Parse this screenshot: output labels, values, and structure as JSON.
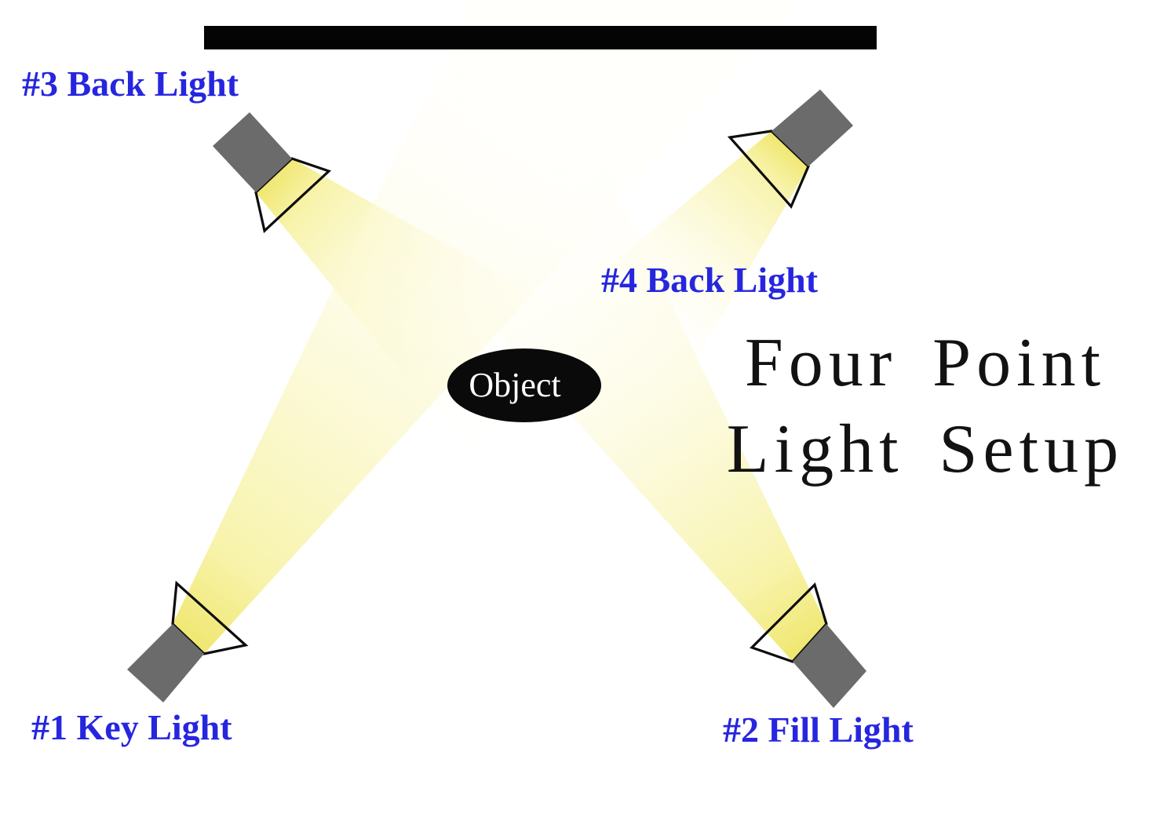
{
  "title": {
    "line1": "Four Point",
    "line2": "Light Setup"
  },
  "object": {
    "label": "Object"
  },
  "lights": [
    {
      "label": "#1 Key Light"
    },
    {
      "label": "#2 Fill Light"
    },
    {
      "label": "#3 Back Light"
    },
    {
      "label": "#4 Back Light"
    }
  ],
  "colors": {
    "label_blue": "#2626DF",
    "title_black": "#121212",
    "fixture_gray": "#6B6B6B",
    "beam_yellow": "#F2E96E",
    "bar_black": "#040404",
    "object_fill": "#0A0A0A",
    "object_text": "#FFFFFF"
  }
}
